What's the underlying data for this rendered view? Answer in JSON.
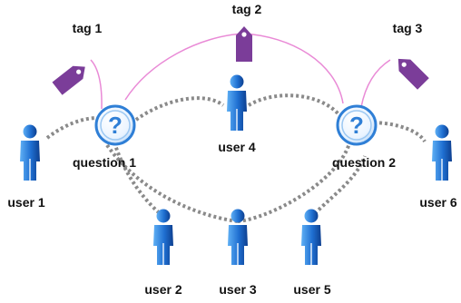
{
  "tags": [
    {
      "id": "tag1",
      "label": "tag 1"
    },
    {
      "id": "tag2",
      "label": "tag 2"
    },
    {
      "id": "tag3",
      "label": "tag 3"
    }
  ],
  "questions": [
    {
      "id": "question1",
      "label": "question 1"
    },
    {
      "id": "question2",
      "label": "question 2"
    }
  ],
  "users": [
    {
      "id": "user1",
      "label": "user 1"
    },
    {
      "id": "user2",
      "label": "user 2"
    },
    {
      "id": "user3",
      "label": "user 3"
    },
    {
      "id": "user4",
      "label": "user 4"
    },
    {
      "id": "user5",
      "label": "user 5"
    },
    {
      "id": "user6",
      "label": "user 6"
    }
  ],
  "question_icon": {
    "glyph": "?",
    "color": "#2f7fd6"
  },
  "colors": {
    "tag": "#7b3d99",
    "tag_edge": "#e98ad6",
    "user_edge": "#8a8a8a",
    "user_figure": "#1f6fd1"
  },
  "edges": {
    "tag_question": [
      [
        "tag1",
        "question1"
      ],
      [
        "tag2",
        "question1"
      ],
      [
        "tag2",
        "question2"
      ],
      [
        "tag3",
        "question2"
      ]
    ],
    "user_question": [
      [
        "user1",
        "question1"
      ],
      [
        "user2",
        "question1"
      ],
      [
        "user3",
        "question1"
      ],
      [
        "user4",
        "question1"
      ],
      [
        "user3",
        "question2"
      ],
      [
        "user4",
        "question2"
      ],
      [
        "user5",
        "question2"
      ],
      [
        "user6",
        "question2"
      ]
    ]
  }
}
